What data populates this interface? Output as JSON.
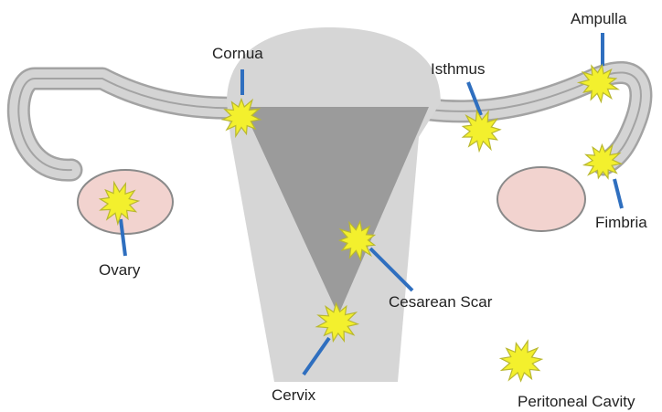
{
  "colors": {
    "tube_fill": "#d4d4d4",
    "tube_stroke": "#a3a3a3",
    "uterus_body": "#d6d6d6",
    "uterine_cavity": "#9b9b9b",
    "ovary_fill": "#f2d3cf",
    "ovary_stroke": "#8a8a8a",
    "star_fill": "#f3f02d",
    "star_stroke": "#b9b830",
    "pointer_line": "#2f6fbf"
  },
  "labels": {
    "cornua": "Cornua",
    "isthmus": "Isthmus",
    "ampulla": "Ampulla",
    "fimbria": "Fimbria",
    "ovary": "Ovary",
    "cesarean_scar": "Cesarean Scar",
    "cervix": "Cervix",
    "peritoneal_cavity": "Peritoneal Cavity"
  }
}
